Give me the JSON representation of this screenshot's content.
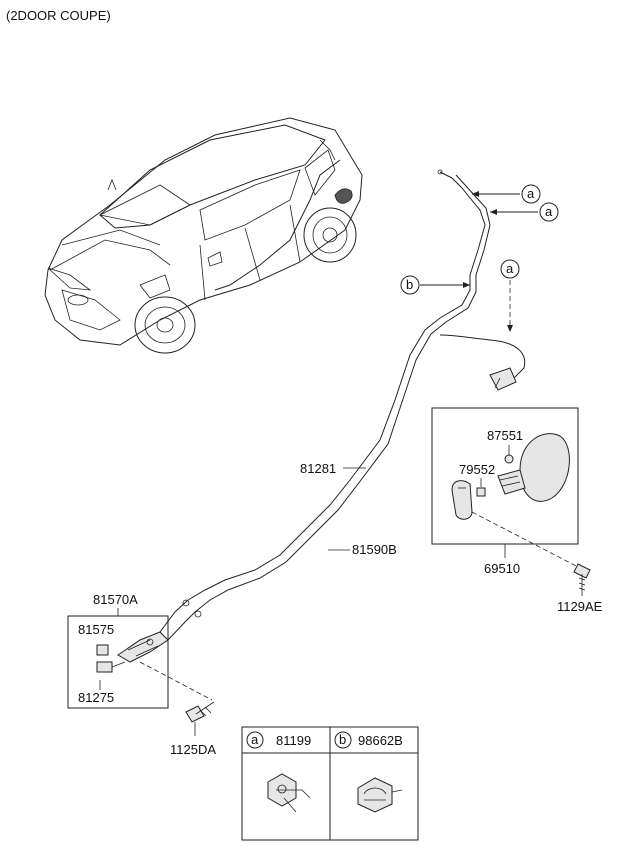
{
  "header": {
    "title": "(2DOOR COUPE)"
  },
  "labels": {
    "p81281": "81281",
    "p81590B": "81590B",
    "p87551": "87551",
    "p79552": "79552",
    "p69510": "69510",
    "p1129AE": "1129AE",
    "p81570A": "81570A",
    "p81575": "81575",
    "p81275": "81275",
    "p1125DA": "1125DA"
  },
  "callouts": {
    "a": "a",
    "b": "b"
  },
  "legend": {
    "a_letter": "a",
    "a_part": "81199",
    "b_letter": "b",
    "b_part": "98662B"
  }
}
